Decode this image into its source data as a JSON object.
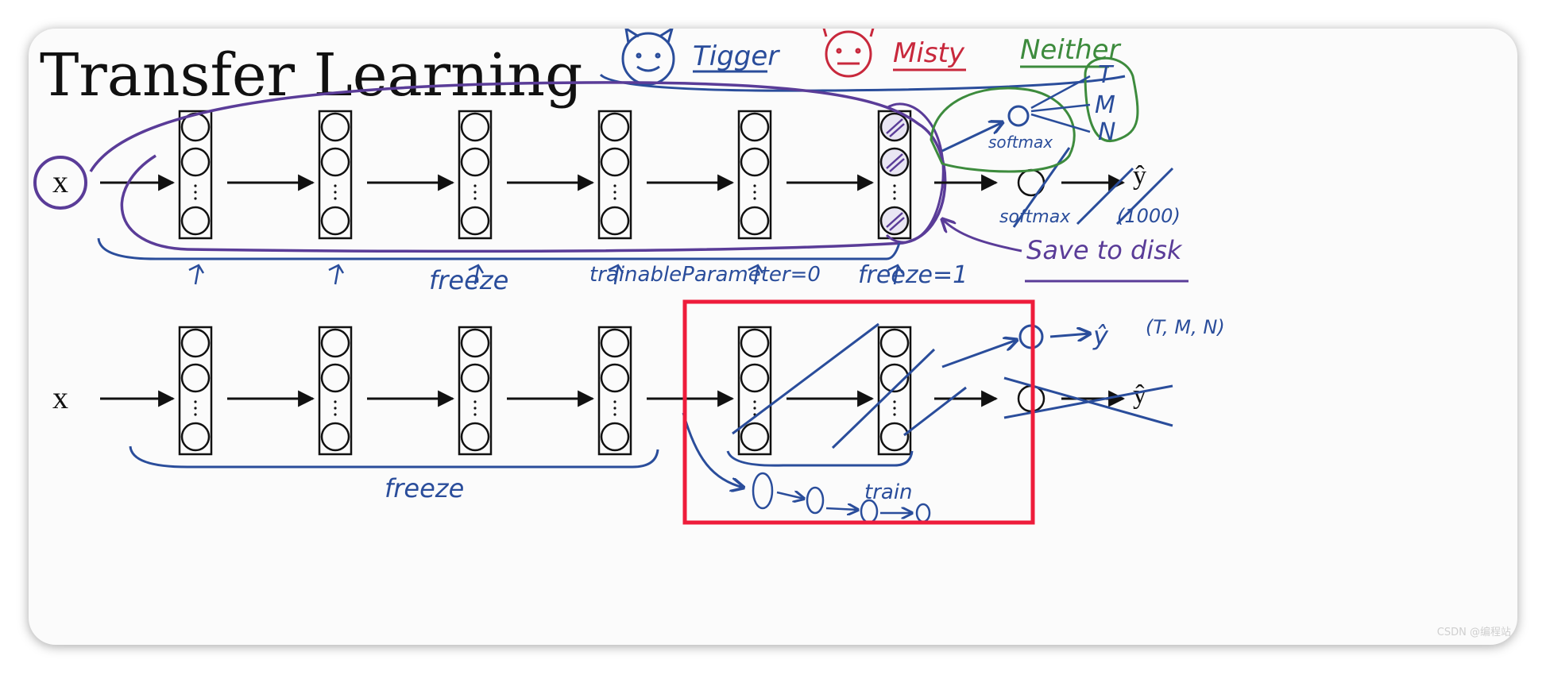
{
  "title": "Transfer Learning",
  "legend": {
    "tigger": "Tigger",
    "misty": "Misty",
    "neither": "Neither"
  },
  "top_network": {
    "input_label": "x",
    "output_label": "ŷ",
    "freeze_label": "freeze",
    "trainable_label": "trainableParameter=0",
    "freeze_eq_label": "freeze=1",
    "softmax_label_new": "softmax",
    "softmax_label_old": "softmax",
    "old_output_count": "(1000)",
    "save_label": "Save to disk",
    "outputs": [
      "T",
      "M",
      "N"
    ]
  },
  "bottom_network": {
    "input_label": "x",
    "output_label": "ŷ",
    "new_output_label": "ŷ",
    "new_output_classes": "(T, M, N)",
    "freeze_label": "freeze",
    "train_label": "train"
  },
  "colors": {
    "blue_ink": "#2a4d9b",
    "green_ink": "#3d8b3d",
    "red_ink": "#c8283c",
    "purple_ink": "#5a3c98",
    "highlight_box": "#ee1c3b",
    "black": "#111111"
  },
  "watermark": "CSDN @编程站"
}
